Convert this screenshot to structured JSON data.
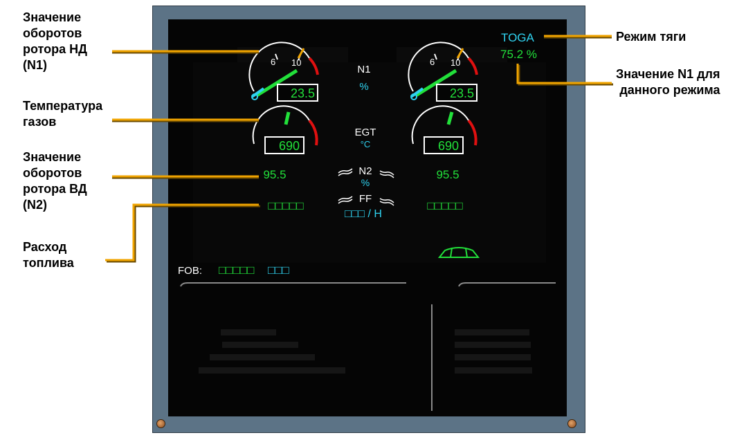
{
  "annotations": {
    "n1_value": [
      "Значение",
      "оборотов",
      "ротора НД",
      "(N1)"
    ],
    "egt": [
      "Температура",
      "газов"
    ],
    "n2_value": [
      "Значение",
      "оборотов",
      "ротора ВД",
      "(N2)"
    ],
    "fuel_flow": [
      "Расход",
      "топлива"
    ],
    "thrust_mode": "Режим тяги",
    "n1_mode": [
      "Значение N1 для",
      "данного режима"
    ]
  },
  "display": {
    "thrust_mode": "TOGA",
    "n1_limit": "75.2 %",
    "n1": {
      "label": "N1",
      "unit": "%",
      "left_value": "23.5",
      "right_value": "23.5",
      "tick_6": "6",
      "tick_10": "10"
    },
    "egt": {
      "label": "EGT",
      "unit": "°C",
      "left_value": "690",
      "right_value": "690"
    },
    "n2": {
      "label": "N2",
      "unit": "%",
      "left_value": "95.5",
      "right_value": "95.5"
    },
    "ff": {
      "label": "FF",
      "left_value": "□□□□□",
      "right_value": "□□□□□",
      "unit_boxes": "□□□",
      "unit_suffix": " / H"
    },
    "fob": {
      "label": "FOB:",
      "value": "□□□□□",
      "unit": "□□□"
    }
  },
  "colors": {
    "green": "#22e03a",
    "cyan": "#2fd2f0",
    "amber": "#f0a400",
    "red": "#e01010",
    "white": "#ffffff",
    "bezel": "#5c7386"
  }
}
